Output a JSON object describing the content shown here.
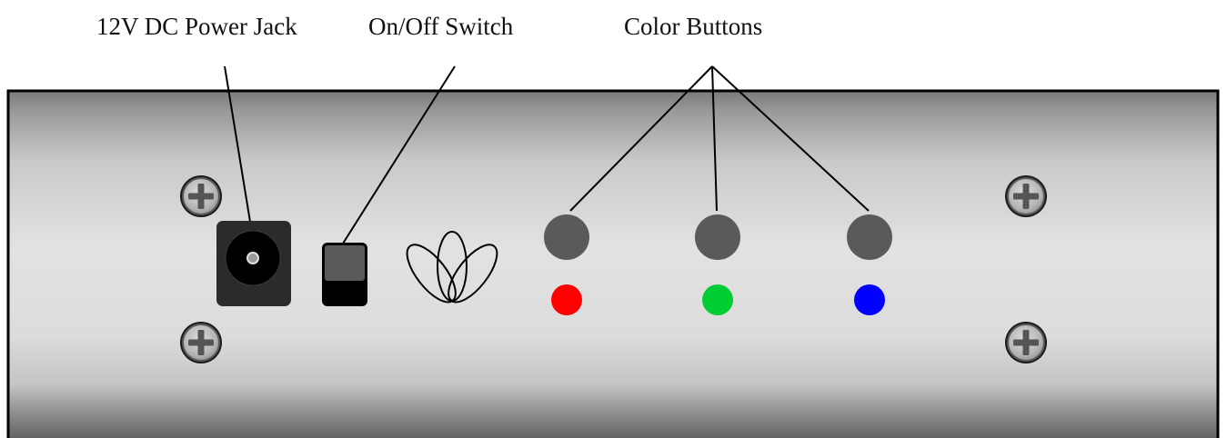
{
  "labels": {
    "power_jack": "12V DC Power Jack",
    "on_off_switch": "On/Off Switch",
    "color_buttons": "Color Buttons"
  },
  "colors": {
    "panel_edge": "#000000",
    "button_gray": "#5a5a5a",
    "indicator_red": "#ff0000",
    "indicator_green": "#00cc33",
    "indicator_blue": "#0000ff",
    "jack_body": "#2b2b2b",
    "switch_rocker": "#555555"
  },
  "icons": {
    "logo": "lotus-logo-icon",
    "screw": "phillips-screw-icon"
  }
}
